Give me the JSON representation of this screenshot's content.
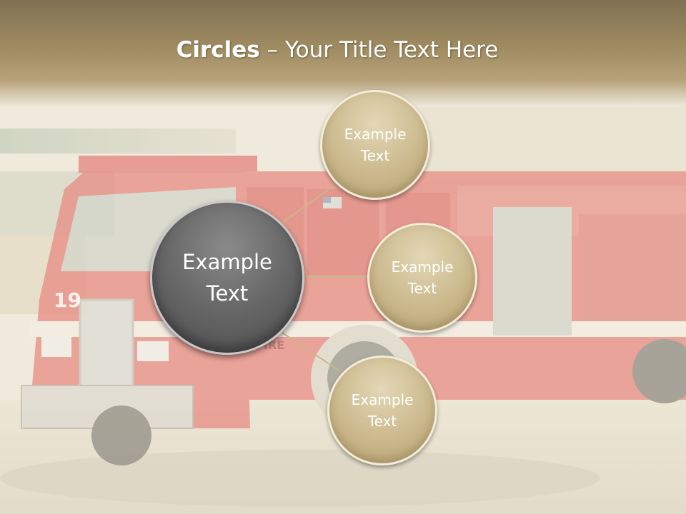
{
  "slide": {
    "title_bold": "Circles",
    "title_rest": " – Your Title Text Here"
  },
  "center_circle": {
    "line1": "Example",
    "line2": "Text"
  },
  "outer_circles": [
    {
      "line1": "Example",
      "line2": "Text"
    },
    {
      "line1": "Example",
      "line2": "Text"
    },
    {
      "line1": "Example",
      "line2": "Text"
    }
  ],
  "truck": {
    "unit_number": "19",
    "door_text": "FIRE"
  },
  "colors": {
    "title_bar": "#a08c61",
    "outer_circle_fill": "#cbb98d",
    "center_circle_fill": "#666666",
    "connector": "#c8b88a",
    "truck_red": "#d9534f"
  }
}
